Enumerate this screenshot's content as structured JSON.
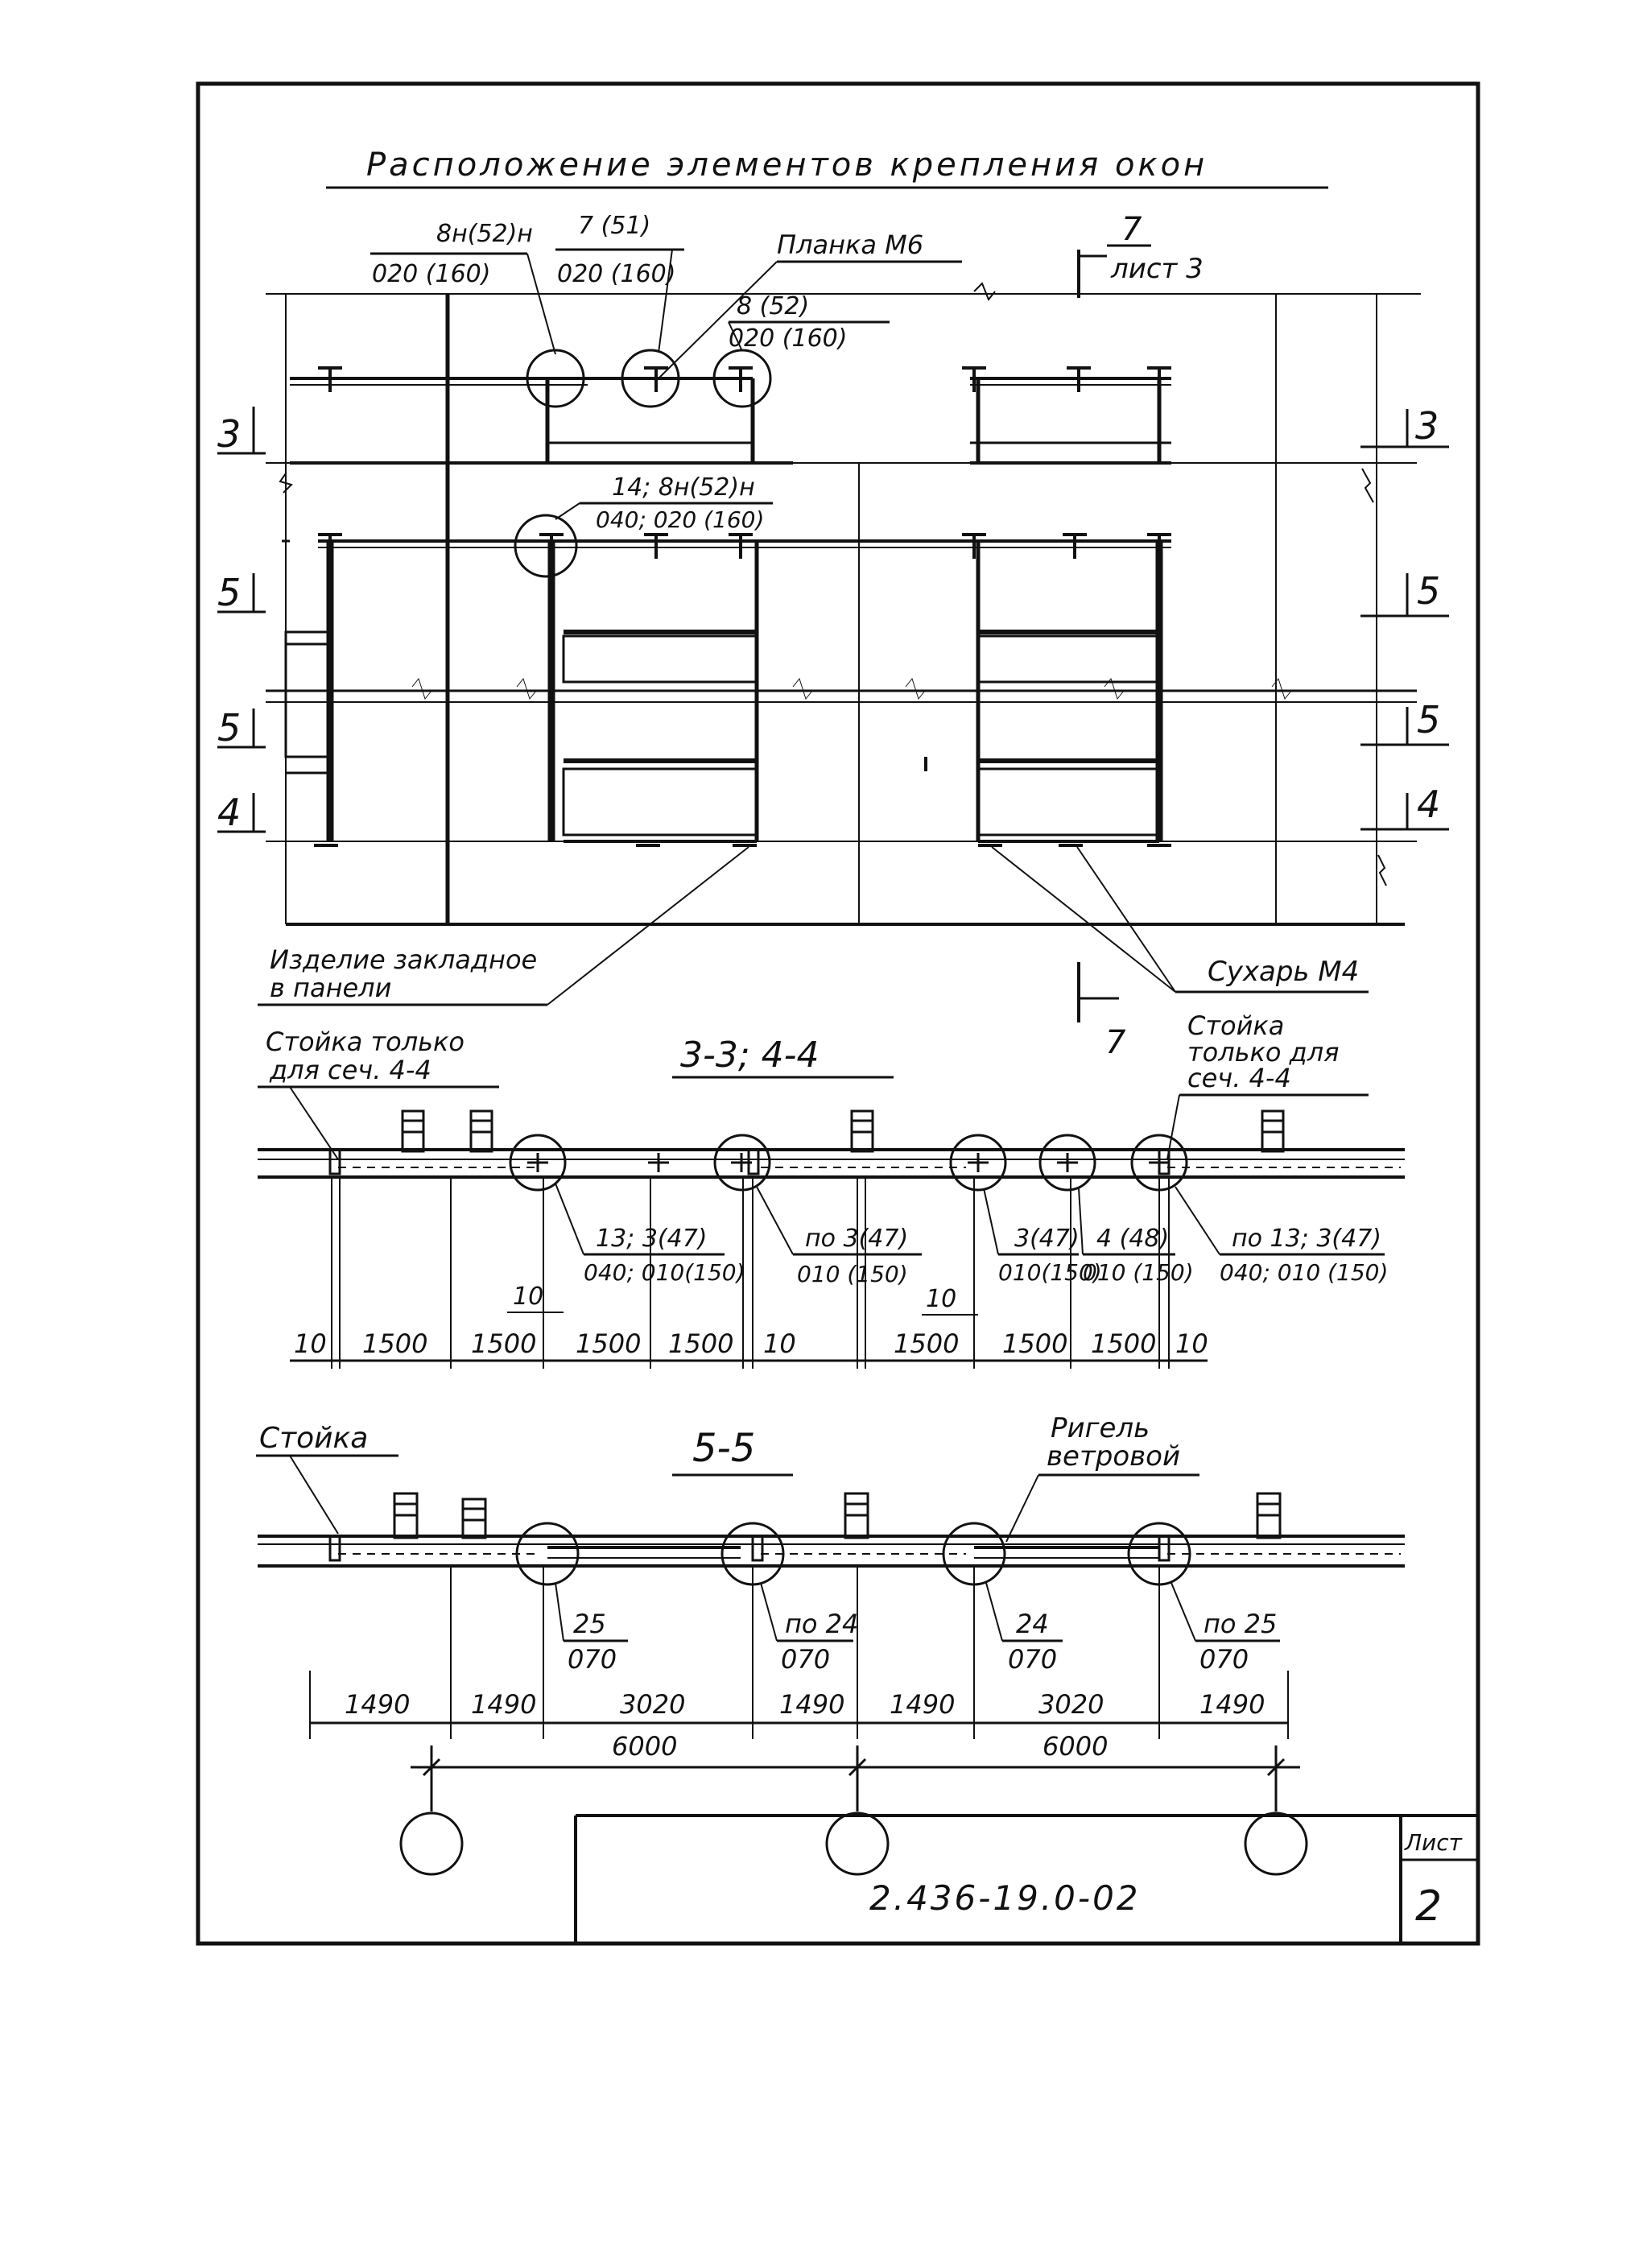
{
  "title": "Расположение элементов крепления окон",
  "elevation": {
    "callouts": {
      "c1_top": "8н(52)н",
      "c1_bottom": "020 (160)",
      "c2_top": "7 (51)",
      "c2_bottom": "020 (160)",
      "plank": "Планка М6",
      "c3_top": "8 (52)",
      "c3_bottom": "020 (160)",
      "c4_top": "14; 8н(52)н",
      "c4_bottom": "040; 020 (160)",
      "embedded_1": "Изделие закладное",
      "embedded_2": "в панели",
      "sukhar": "Сухарь М4"
    },
    "section_cut": {
      "number": "7",
      "sheet": "лист 3"
    },
    "section_marks_left": [
      "3",
      "5",
      "5",
      "4"
    ],
    "section_marks_right": [
      "3",
      "5",
      "5",
      "4"
    ]
  },
  "section_33_44": {
    "title": "3-3; 4-4",
    "note_left_1": "Стойка только",
    "note_left_2": "для сеч. 4-4",
    "note_right_1": "Стойка",
    "note_right_2": "только для",
    "note_right_3": "сеч. 4-4",
    "callouts": [
      {
        "top": "13; 3(47)",
        "bottom": "040; 010(150)"
      },
      {
        "top": "по 3(47)",
        "bottom": "010 (150)"
      },
      {
        "top": "3(47)",
        "bottom": "010(150)"
      },
      {
        "top": "4 (48)",
        "bottom": "010 (150)"
      },
      {
        "top": "по 13; 3(47)",
        "bottom": "040; 010 (150)"
      }
    ],
    "gap_labels": [
      "10",
      "10"
    ],
    "dims": [
      "10",
      "1500",
      "1500",
      "1500",
      "1500",
      "10",
      "1500",
      "1500",
      "1500",
      "10"
    ]
  },
  "section_55": {
    "title": "5-5",
    "note_left": "Стойка",
    "note_right_1": "Ригель",
    "note_right_2": "ветровой",
    "callouts": [
      {
        "top": "25",
        "bottom": "070"
      },
      {
        "top": "по 24",
        "bottom": "070"
      },
      {
        "top": "24",
        "bottom": "070"
      },
      {
        "top": "по 25",
        "bottom": "070"
      }
    ],
    "dims": [
      "1490",
      "1490",
      "3020",
      "1490",
      "1490",
      "3020",
      "1490"
    ],
    "overall_dims": [
      "6000",
      "6000"
    ]
  },
  "stamp": {
    "code": "2.436-19.0-02",
    "sheet_label": "Лист",
    "sheet_number": "2"
  }
}
